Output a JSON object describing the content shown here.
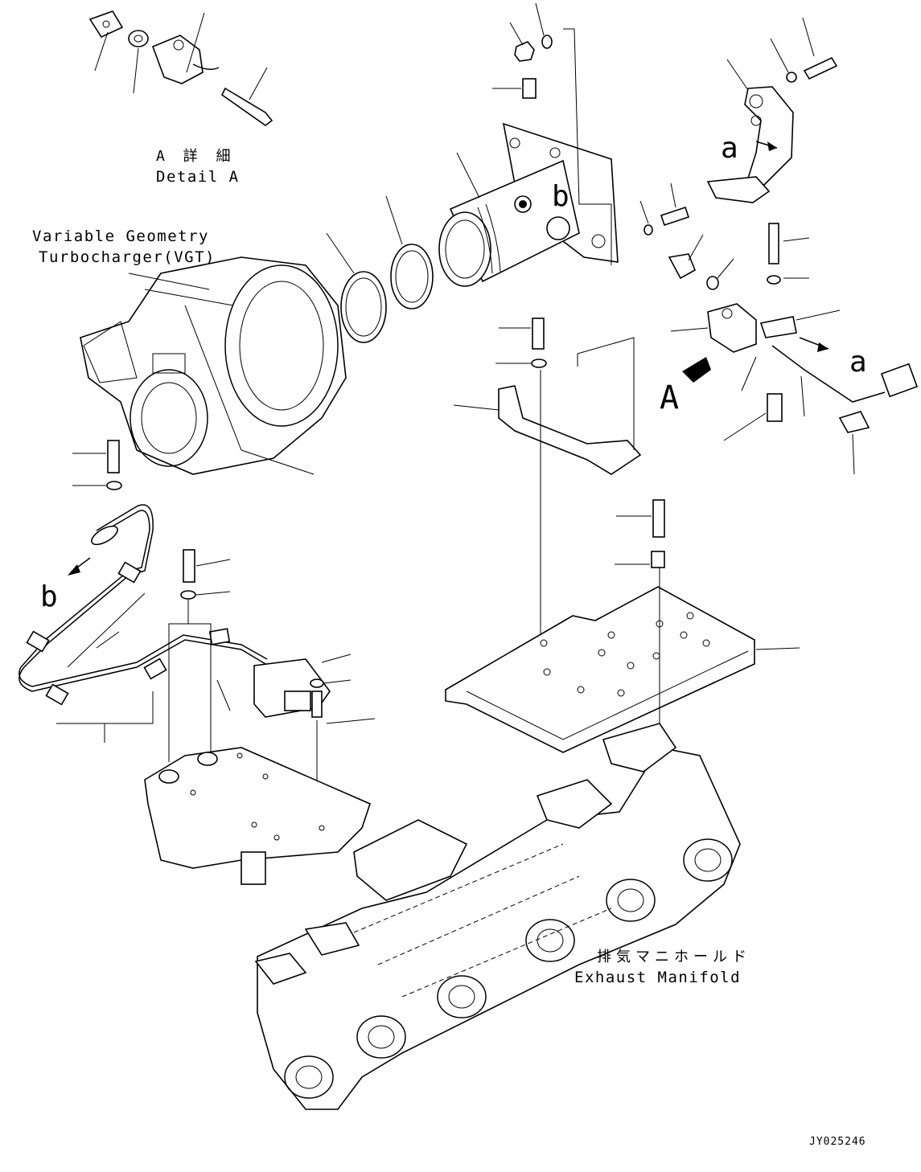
{
  "labels": {
    "detail_a_jp": "A 詳 細",
    "detail_a_en": "Detail A",
    "vgt_line1": "Variable Geometry",
    "vgt_line2": "Turbocharger(VGT)",
    "exhaust_jp": "排気マニホールド",
    "exhaust_en": "Exhaust Manifold",
    "view_arrow": "A",
    "ref_a_top": "a",
    "ref_a_right": "a",
    "ref_b_cylinder": "b",
    "ref_b_left": "b",
    "drawing_code": "JY025246"
  }
}
